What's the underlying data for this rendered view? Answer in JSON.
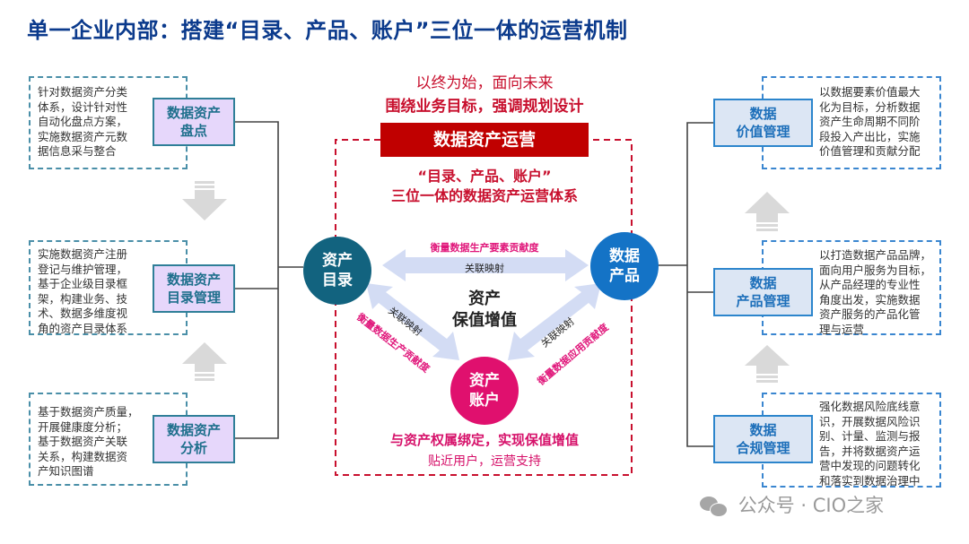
{
  "title": "单一企业内部：搭建“目录、产品、账户”三位一体的运营机制",
  "left_column": [
    {
      "box_lines": [
        "数据资产",
        "盘点"
      ],
      "desc_lines": [
        "针对数据资产分类",
        "体系，设计针对性",
        "自动化盘点方案，",
        "实施数据资产元数",
        "据信息采与整合"
      ]
    },
    {
      "box_lines": [
        "数据资产",
        "目录管理"
      ],
      "desc_lines": [
        "实施数据资产注册",
        "登记与维护管理，",
        "基于企业级目录框",
        "架，构建业务、技",
        "术、数据多维度视",
        "角的资产目录体系"
      ]
    },
    {
      "box_lines": [
        "数据资产",
        "分析"
      ],
      "desc_lines": [
        "基于数据资产质量，",
        "开展健康度分析；",
        "基于数据资产关联",
        "关系，构建数据资",
        "产知识图谱"
      ]
    }
  ],
  "right_column": [
    {
      "box_lines": [
        "数据",
        "价值管理"
      ],
      "desc_lines": [
        "以数据要素价值最大",
        "化为目标，分析数据",
        "资产生命周期不同阶",
        "段投入产出比，实施",
        "价值管理和贡献分配"
      ]
    },
    {
      "box_lines": [
        "数据",
        "产品管理"
      ],
      "desc_lines": [
        "以打造数据产品品牌，",
        "面向用户服务为目标，",
        "从产品经理的专业性",
        "角度出发，实施数据",
        "资产服务的产品化管",
        "理与运营"
      ]
    },
    {
      "box_lines": [
        "数据",
        "合规管理"
      ],
      "desc_lines": [
        "强化数据风险底线意",
        "识，开展数据风险识",
        "别、计量、监测与报",
        "告，并将数据资产运",
        "营中发现的问题转化",
        "和落实到数据治理中"
      ]
    }
  ],
  "center": {
    "slogan_line1": "以终为始，面向未来",
    "slogan_line2": "围绕业务目标，强调规划设计",
    "banner": "数据资产运营",
    "subtitle_line1": "“目录、产品、账户”",
    "subtitle_line2": "三位一体的数据资产运营体系",
    "node_catalog": [
      "资产",
      "目录"
    ],
    "node_product": [
      "数据",
      "产品"
    ],
    "node_account": [
      "资产",
      "账户"
    ],
    "core_line1": "资产",
    "core_line2": "保值增值",
    "top_arrow_label": "关联映射",
    "top_arrow_metric": "衡量数据生产要素贡献度",
    "left_arrow_label": "关联映射",
    "left_arrow_metric": "衡量数据生产贡献度",
    "right_arrow_label": "关联映射",
    "right_arrow_metric": "衡量数据应用贡献度",
    "bottom_line1": "与资产权属绑定，实现保值增值",
    "bottom_line2": "贴近用户，运营支持"
  },
  "colors": {
    "title": "#0b3a8c",
    "red": "#c00000",
    "catalog_node": "#12637f",
    "product_node": "#1473c6",
    "account_node": "#e0106e",
    "left_box_fill": "#e6d7fb",
    "right_box_fill": "#dce6f4"
  },
  "watermark": "公众号 · CIO之家"
}
